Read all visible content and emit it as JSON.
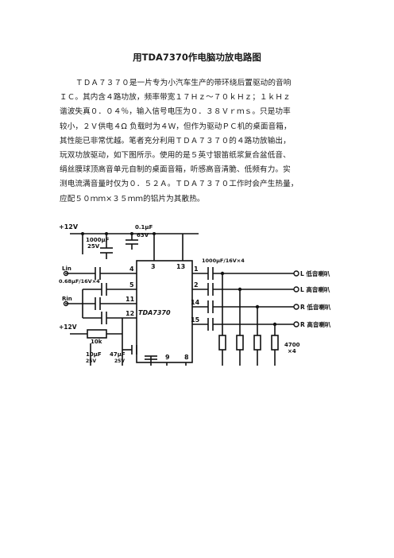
{
  "doc": {
    "title": "用TDA7370作电脑功放电路图",
    "lines": [
      "ＴＤＡ７３７０是一片专为小汽车生产的带环绕后置驱动的音响",
      "ＩＣ。其内含４路功放，频率带宽１７Ｈｚ～７０ｋＨｚ；１ｋＨｚ",
      "谐波失真０．０４％，输入信号电压为０．３８Ｖｒｍｓ。只是功率",
      "较小，２Ｖ供电４Ω 负载时为４Ｗ，但作为驱动ＰＣ机的桌面音箱，",
      "其性能已非常优越。笔者充分利用ＴＤＡ７３７０的４路功放输出，",
      "玩双功放驱动，如下图所示。使用的是５英寸银笛纸浆复合盆低音、",
      "绢丝膜球顶高音单元自制的桌面音箱，听感高音清脆、低频有力。实",
      "测电流满音量时仅为０．５２Ａ。ＴＤＡ７３７０工作时会产生热量，",
      "应配５０ｍｍ×３５ｍｍ的铝片为其散热。"
    ]
  },
  "schematic": {
    "chip_label": "TDA7370",
    "supply_top": "+12V",
    "supply_bottom": "+12V",
    "cap_1000": "1000μF",
    "cap_1000_v": "25V",
    "cap_01": "0.1μF",
    "cap_01_v": "63V",
    "cap_in": "0.68μF/16V×4",
    "cap_out": "1000μF/16V×4",
    "cap_47": "47μF",
    "cap_47_v": "25V",
    "cap_10": "10μF",
    "cap_10_v": "25V",
    "res_10k": "10k",
    "res_4700": "4700",
    "res_4700_n": "×4",
    "lin": "Lin",
    "rin": "Rin",
    "pins": {
      "p4": "4",
      "p5": "5",
      "p11": "11",
      "p12": "12",
      "p3": "3",
      "p13": "13",
      "p1": "1",
      "p2": "2",
      "p14": "14",
      "p15": "15",
      "p9": "9",
      "p8": "8"
    },
    "outputs": [
      "L 低音喇叭",
      "L 高音喇叭",
      "R 低音喇叭",
      "R 高音喇叭"
    ]
  }
}
